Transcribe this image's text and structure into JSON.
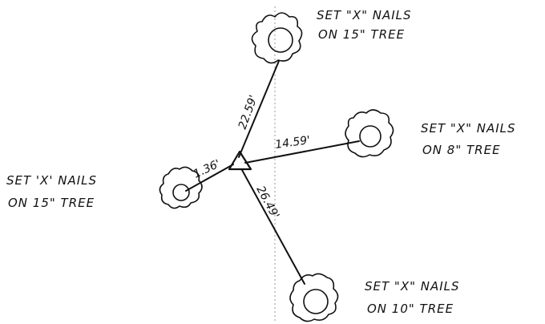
{
  "diagram": {
    "tree_labels": {
      "top": {
        "line1": "SET \"X\" NAILS",
        "line2": "ON 15\" TREE"
      },
      "right": {
        "line1": "SET \"X\" NAILS",
        "line2": "ON 8\" TREE"
      },
      "left": {
        "line1": "SET 'X' NAILS",
        "line2": "ON 15\" TREE"
      },
      "bottom": {
        "line1": "SET \"X\" NAILS",
        "line2": "ON 10\" TREE"
      }
    },
    "distances": {
      "top": "22.59'",
      "right": "14.59'",
      "left": "1.36'",
      "bottom": "26.49'"
    }
  }
}
